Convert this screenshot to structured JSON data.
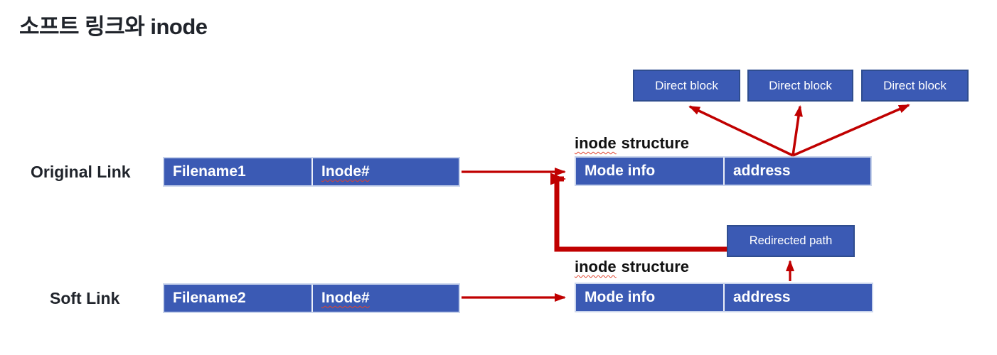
{
  "title": "소프트 링크와 inode",
  "colors": {
    "box_blue": "#3b5ab4",
    "small_box_border": "#2f4d8f",
    "bar_border": "#c9d4ec",
    "arrow_red": "#c00000",
    "wavy_red": "#e0442e",
    "text_dark": "#20242b"
  },
  "rows": [
    {
      "label": "Original Link",
      "cells": [
        "Filename1",
        "Inode#"
      ]
    },
    {
      "label": "Soft Link",
      "cells": [
        "Filename2",
        "Inode#"
      ]
    }
  ],
  "inode_structures": [
    {
      "label_em": "inode",
      "label_rest": "structure",
      "cells": [
        "Mode info",
        "address"
      ]
    },
    {
      "label_em": "inode",
      "label_rest": "structure",
      "cells": [
        "Mode info",
        "address"
      ]
    }
  ],
  "direct_blocks": [
    "Direct block",
    "Direct block",
    "Direct block"
  ],
  "redirected_path": "Redirected path"
}
